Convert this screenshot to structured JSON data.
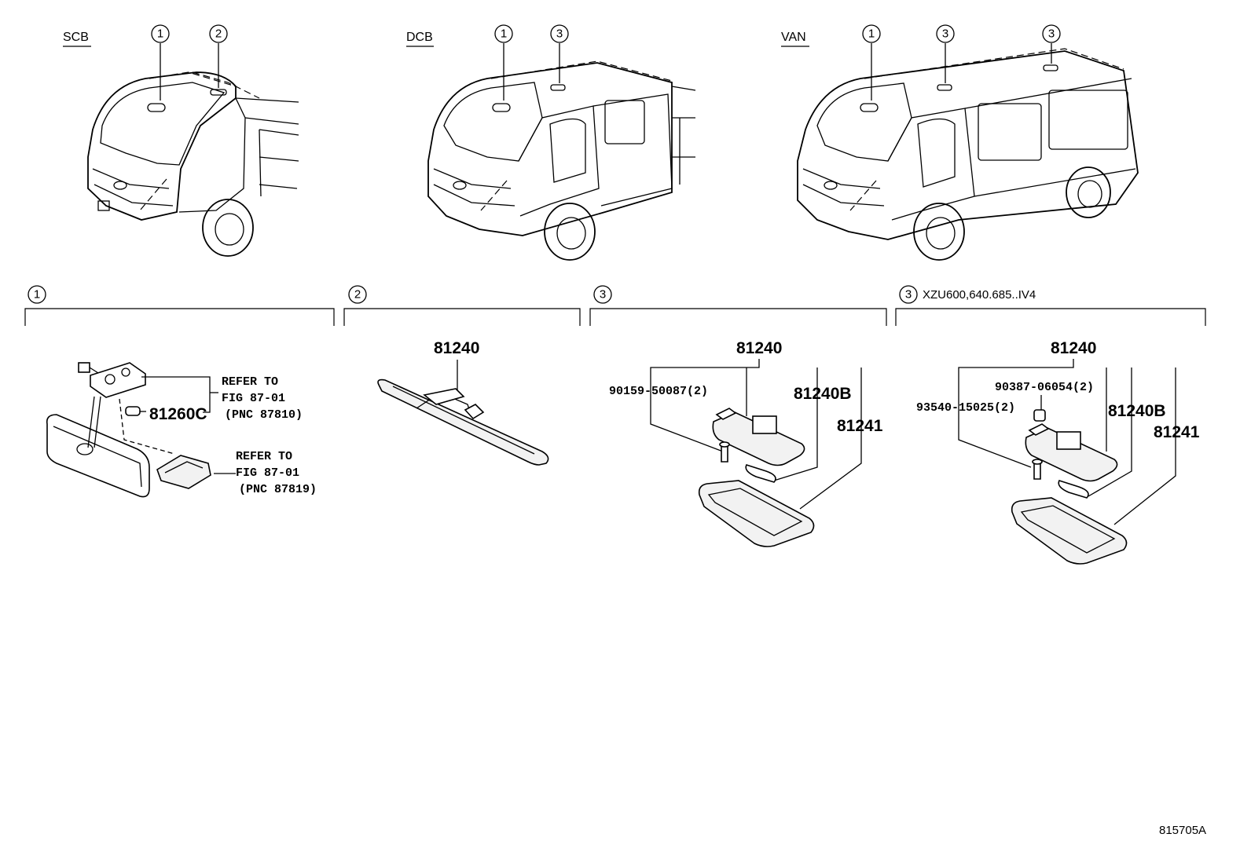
{
  "vehicles": [
    {
      "label": "SCB",
      "markers": [
        "1",
        "2"
      ]
    },
    {
      "label": "DCB",
      "markers": [
        "1",
        "3"
      ]
    },
    {
      "label": "VAN",
      "markers": [
        "1",
        "3",
        "3"
      ]
    }
  ],
  "sections": [
    {
      "marker": "1",
      "note": ""
    },
    {
      "marker": "2",
      "note": ""
    },
    {
      "marker": "3",
      "note": ""
    },
    {
      "marker": "3",
      "note": "XZU600,640.685..IV4"
    }
  ],
  "section1": {
    "part": "81260C",
    "refer_a": [
      "REFER TO",
      "FIG 87-01",
      "(PNC 87810)"
    ],
    "refer_b": [
      "REFER TO",
      "FIG 87-01",
      "(PNC 87819)"
    ]
  },
  "section2": {
    "part": "81240"
  },
  "section3": {
    "top": "81240",
    "screw": "90159-50087(2)",
    "bulb": "81240B",
    "lens": "81241"
  },
  "section4": {
    "top": "81240",
    "cap": "90387-06054(2)",
    "screw": "93540-15025(2)",
    "bulb": "81240B",
    "lens": "81241"
  },
  "figure_id": "815705A"
}
